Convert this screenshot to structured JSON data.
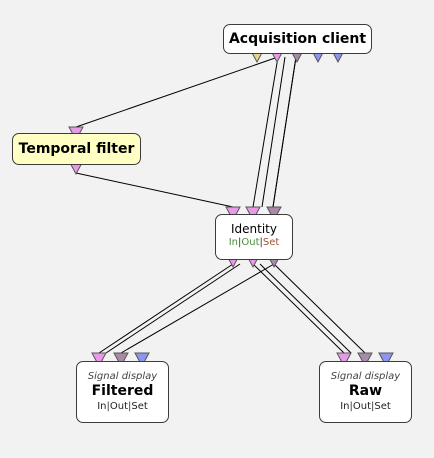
{
  "nodes": {
    "acquisition": {
      "title": "Acquisition client"
    },
    "temporal": {
      "title": "Temporal filter"
    },
    "identity": {
      "name": "Identity",
      "in": "In",
      "out": "Out",
      "set": "Set"
    },
    "filtered": {
      "subtitle": "Signal display",
      "title": "Filtered",
      "in": "In",
      "out": "Out",
      "set": "Set"
    },
    "raw": {
      "subtitle": "Signal display",
      "title": "Raw",
      "in": "In",
      "out": "Out",
      "set": "Set"
    }
  },
  "colors": {
    "background": "#f2f2f2",
    "port_pink": "#e89ae8",
    "port_mauve": "#a98aa8",
    "port_blue": "#8c96ee",
    "port_yellow": "#e8d48a",
    "link_green": "#4a8c3a"
  }
}
